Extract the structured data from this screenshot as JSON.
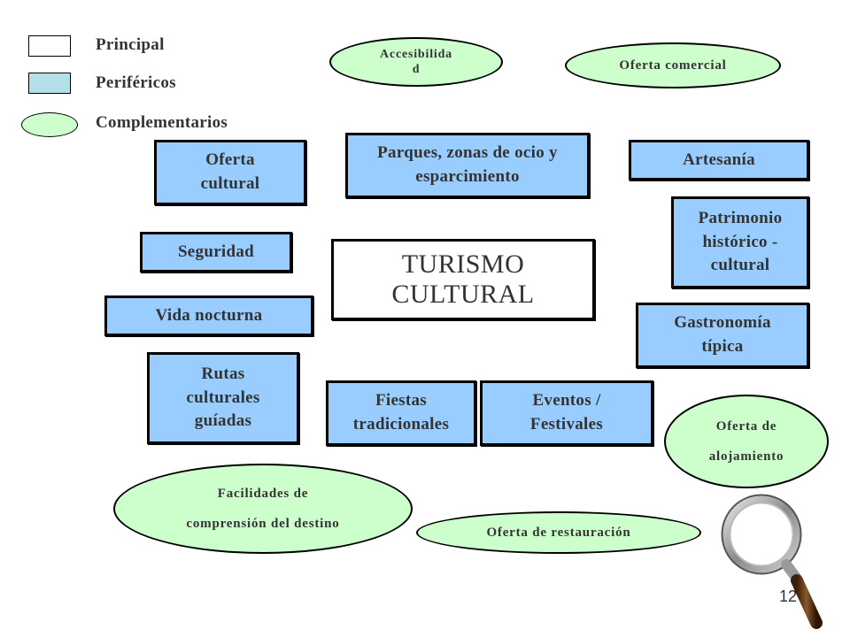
{
  "legend": {
    "principal": "Principal",
    "perifericos": "Periféricos",
    "complementarios": "Complementarios"
  },
  "main": {
    "title": "TURISMO\nCULTURAL"
  },
  "peripherals": {
    "oferta_cultural": "Oferta\ncultural",
    "parques": "Parques, zonas de ocio y\nesparcimiento",
    "artesania": "Artesanía",
    "patrimonio": "Patrimonio\nhistórico -\ncultural",
    "seguridad": "Seguridad",
    "vida_nocturna": "Vida nocturna",
    "gastronomia": "Gastronomía\ntípica",
    "rutas": "Rutas\nculturales\nguíadas",
    "fiestas": "Fiestas\ntradicionales",
    "eventos": "Eventos /\nFestivales"
  },
  "complementary": {
    "accesibilidad": "Accesibilida\nd",
    "oferta_comercial": "Oferta comercial",
    "alojamiento": "Oferta de\nalojamiento",
    "facilidades": "Facilidades de\ncomprensión del destino",
    "restauracion": "Oferta de restauración"
  },
  "page_number": "12",
  "colors": {
    "principal": "#ffffff",
    "perifericos_box": "#99ccff",
    "perifericos_legend": "#b3dfe6",
    "complementarios": "#ccffcc",
    "text": "#333333"
  },
  "icons": {
    "corner_graphic": "magnifying-glass-icon"
  }
}
